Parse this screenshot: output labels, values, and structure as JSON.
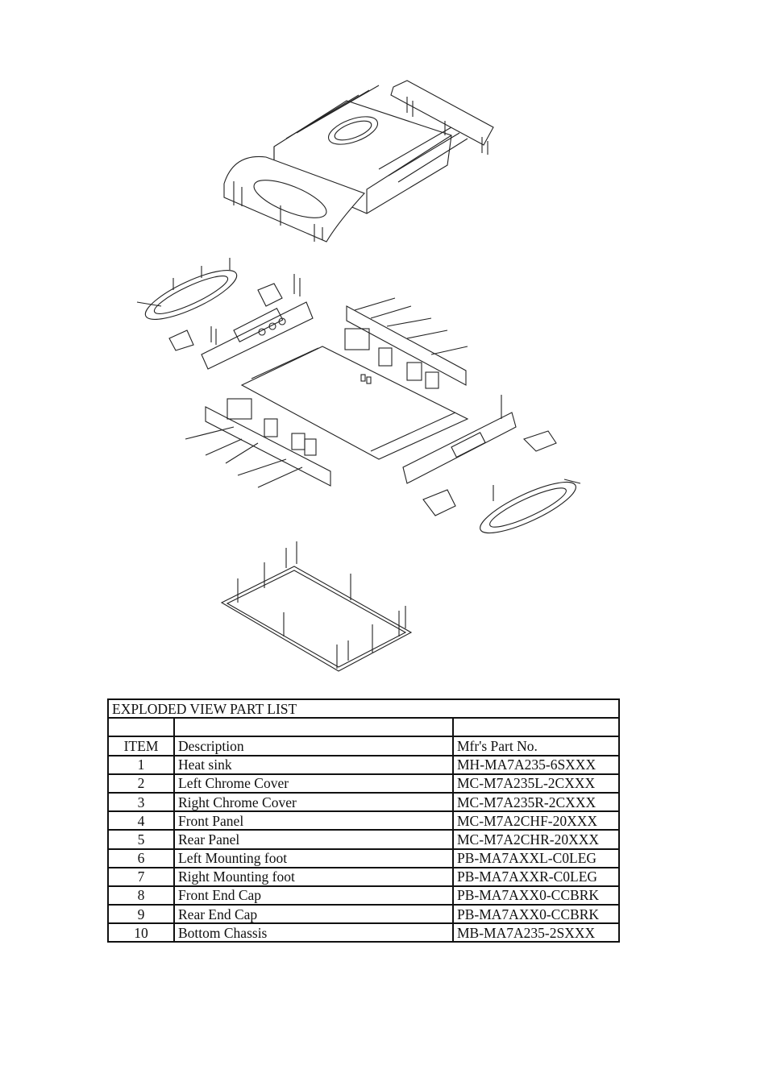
{
  "table": {
    "title": "EXPLODED VIEW PART LIST",
    "headers": {
      "item": "ITEM",
      "description": "Description",
      "part_no": "Mfr's Part No."
    },
    "rows": [
      {
        "item": "1",
        "description": "Heat sink",
        "part_no": "MH-MA7A235-6SXXX"
      },
      {
        "item": "2",
        "description": "Left Chrome Cover",
        "part_no": "MC-M7A235L-2CXXX"
      },
      {
        "item": "3",
        "description": "Right Chrome Cover",
        "part_no": "MC-M7A235R-2CXXX"
      },
      {
        "item": "4",
        "description": "Front Panel",
        "part_no": "MC-M7A2CHF-20XXX"
      },
      {
        "item": "5",
        "description": "Rear Panel",
        "part_no": "MC-M7A2CHR-20XXX"
      },
      {
        "item": "6",
        "description": "Left Mounting foot",
        "part_no": "PB-MA7AXXL-C0LEG"
      },
      {
        "item": "7",
        "description": "Right Mounting foot",
        "part_no": "PB-MA7AXXR-C0LEG"
      },
      {
        "item": "8",
        "description": "Front End Cap",
        "part_no": "PB-MA7AXX0-CCBRK"
      },
      {
        "item": "9",
        "description": "Rear End Cap",
        "part_no": "PB-MA7AXX0-CCBRK"
      },
      {
        "item": "10",
        "description": "Bottom Chassis",
        "part_no": "MB-MA7A235-2SXXX"
      }
    ]
  }
}
